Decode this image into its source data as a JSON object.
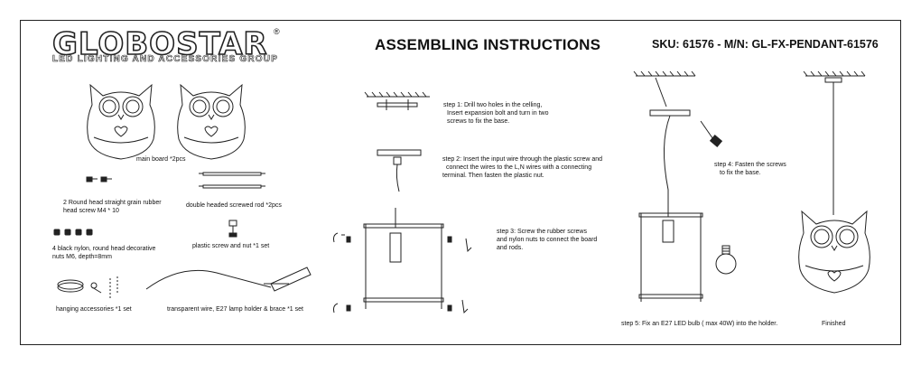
{
  "header": {
    "brand": "GLOBOSTAR",
    "brand_registered": "®",
    "brand_tagline": "LED LIGHTING AND ACCESSORIES GROUP",
    "title": "ASSEMBLING INSTRUCTIONS",
    "sku_line": "SKU: 61576 - M/N: GL-FX-PENDANT-61576"
  },
  "parts": {
    "main_board": "main board *2pcs",
    "rubber_screw_line1": "2 Round head straight grain rubber",
    "rubber_screw_line2": "head screw M4 * 10",
    "rod": "double headed screwed rod *2pcs",
    "nylon_nuts_line1": "4 black nylon, round head decorative",
    "nylon_nuts_line2": "nuts M6, depth=8mm",
    "plastic_screw": "plastic screw and nut  *1 set",
    "hanging": "hanging accessories *1 set",
    "wire": "transparent wire, E27 lamp holder & brace *1 set"
  },
  "steps": {
    "step1_line1": "step 1:  Drill two holes in the celling,",
    "step1_line2": "Insert expansion bolt and turn in two",
    "step1_line3": "screws to fix the base.",
    "step2_line1": "step 2:  Insert the input wire through the plastic screw  and",
    "step2_line2": "connect the wires to the L,N wires with a connecting",
    "step2_line3": "terminal. Then fasten the plastic nut.",
    "step3_line1": "step 3:   Screw the  rubber screws",
    "step3_line2": "and  nylon nuts  to connect the board",
    "step3_line3": "and rods.",
    "step4_line1": "step 4:  Fasten the screws",
    "step4_line2": "to fix  the base.",
    "step5": "step 5: Fix an E27 LED bulb ( max 40W)  into the holder.",
    "finished": "Finished"
  }
}
